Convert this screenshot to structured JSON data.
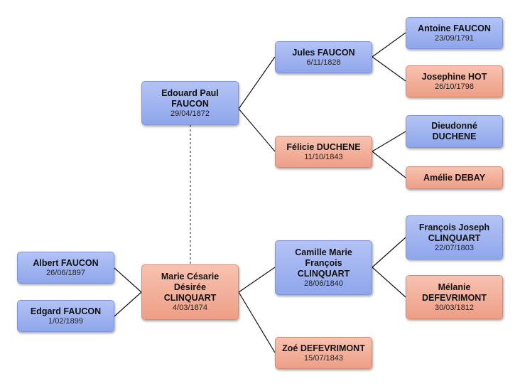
{
  "colors": {
    "male": "#9fb3f0",
    "female": "#f2ad97",
    "line": "#111111",
    "spouse_line": "#555555"
  },
  "people": {
    "albert": {
      "name": "Albert FAUCON",
      "date": "26/06/1897"
    },
    "edgard": {
      "name": "Edgard FAUCON",
      "date": "1/02/1899"
    },
    "edouard": {
      "name": "Edouard Paul\nFAUCON",
      "date": "29/04/1872"
    },
    "marie": {
      "name": "Marie Césarie\nDésirée\nCLINQUART",
      "date": "4/03/1874"
    },
    "jules": {
      "name": "Jules FAUCON",
      "date": "6/11/1828"
    },
    "felicie": {
      "name": "Félicie DUCHENE",
      "date": "11/10/1843"
    },
    "camille": {
      "name": "Camille Marie\nFrançois\nCLINQUART",
      "date": "28/06/1840"
    },
    "zoe": {
      "name": "Zoé DEFEVRIMONT",
      "date": "15/07/1843"
    },
    "antoine": {
      "name": "Antoine FAUCON",
      "date": "23/09/1791"
    },
    "josephine": {
      "name": "Josephine HOT",
      "date": "26/10/1798"
    },
    "dieudonne": {
      "name": "Dieudonné\nDUCHENE",
      "date": ""
    },
    "amelie": {
      "name": "Amélie DEBAY",
      "date": ""
    },
    "francois": {
      "name": "François Joseph\nCLINQUART",
      "date": "22/07/1803"
    },
    "melanie": {
      "name": "Mélanie\nDEFEVRIMONT",
      "date": "30/03/1812"
    }
  }
}
